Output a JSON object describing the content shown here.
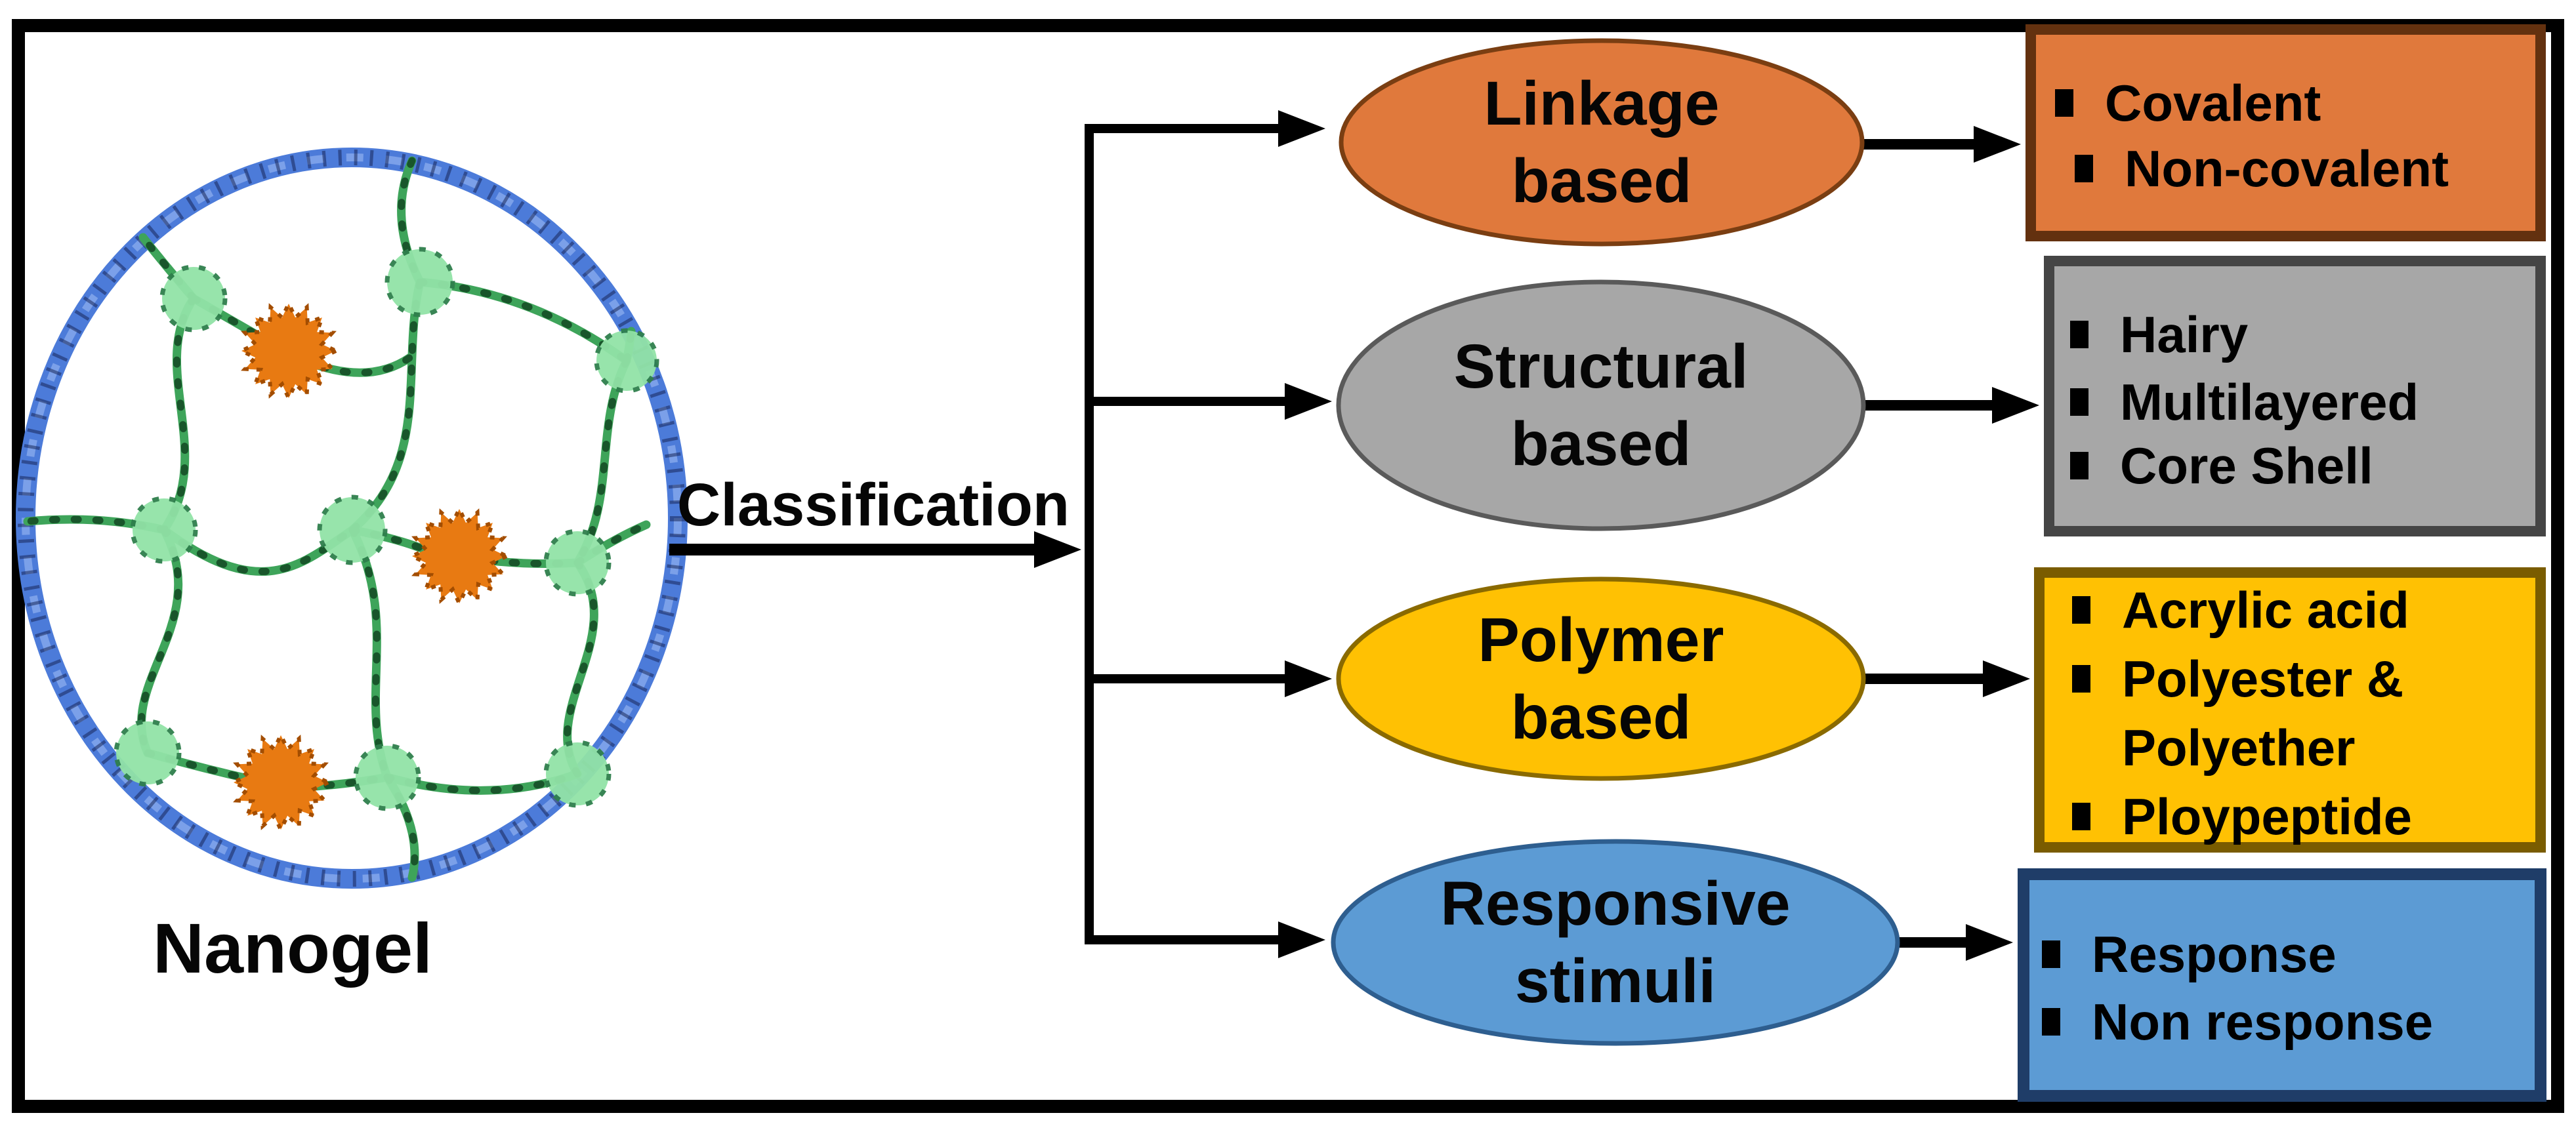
{
  "colors": {
    "line": "#000000",
    "frame": "#000000",
    "ring": "#4C7BD9",
    "ring_light": "#8BACEE",
    "ring_speckle": "#121D4D",
    "edge": "#3EA45A",
    "edge_speckle": "#062C12",
    "node_fill": "#92E3A7",
    "node_stroke": "#2F7F4C",
    "burst_fill": "#E87A12",
    "burst_stroke": "#A34D00"
  },
  "nanogel": {
    "label": "Nanogel"
  },
  "classification": {
    "label": "Classification"
  },
  "branches": [
    {
      "lines": [
        "Linkage",
        "based"
      ],
      "ellipse_fill": "#E0793C",
      "ellipse_stroke": "#7A3E12",
      "box_fill": "#E0793C",
      "box_stroke": "#63310F",
      "box_lines": [
        {
          "bullet": true,
          "text": "Covalent"
        },
        {
          "bullet": true,
          "text": "Non-covalent"
        }
      ]
    },
    {
      "lines": [
        "Structural",
        "based"
      ],
      "ellipse_fill": "#A7A7A7",
      "ellipse_stroke": "#5A5A5A",
      "box_fill": "#A7A7A7",
      "box_stroke": "#454545",
      "box_lines": [
        {
          "bullet": true,
          "text": "Hairy"
        },
        {
          "bullet": true,
          "text": "Multilayered"
        },
        {
          "bullet": true,
          "text": "Core Shell"
        }
      ]
    },
    {
      "lines": [
        "Polymer",
        "based"
      ],
      "ellipse_fill": "#FFC103",
      "ellipse_stroke": "#8A6A00",
      "box_fill": "#FFC103",
      "box_stroke": "#7A5C00",
      "box_lines": [
        {
          "bullet": true,
          "text": "Acrylic acid"
        },
        {
          "bullet": true,
          "text": "Polyester &"
        },
        {
          "bullet": false,
          "text": "Polyether"
        },
        {
          "bullet": true,
          "text": "Ploypeptide"
        }
      ]
    },
    {
      "lines": [
        "Responsive",
        "stimuli"
      ],
      "ellipse_fill": "#5C9BD4",
      "ellipse_stroke": "#2E5E8F",
      "box_fill": "#5C9BD4",
      "box_stroke": "#1F3D68",
      "box_lines": [
        {
          "bullet": true,
          "text": "Response"
        },
        {
          "bullet": true,
          "text": "Non response"
        }
      ]
    }
  ]
}
